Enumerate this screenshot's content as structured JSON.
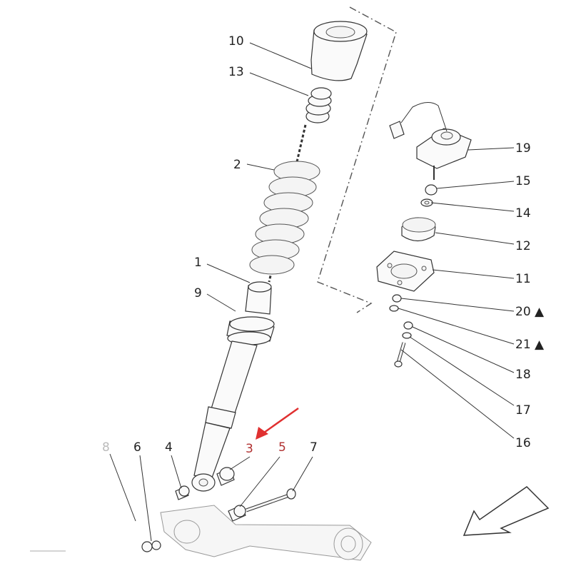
{
  "diagram": {
    "callouts": [
      {
        "id": "c10",
        "label": "10"
      },
      {
        "id": "c13",
        "label": "13"
      },
      {
        "id": "c2",
        "label": "2"
      },
      {
        "id": "c1",
        "label": "1"
      },
      {
        "id": "c9",
        "label": "9"
      },
      {
        "id": "c19",
        "label": "19"
      },
      {
        "id": "c15",
        "label": "15"
      },
      {
        "id": "c14",
        "label": "14"
      },
      {
        "id": "c12",
        "label": "12"
      },
      {
        "id": "c11",
        "label": "11"
      },
      {
        "id": "c20",
        "label": "20 ▲"
      },
      {
        "id": "c21",
        "label": "21 ▲"
      },
      {
        "id": "c18",
        "label": "18"
      },
      {
        "id": "c17",
        "label": "17"
      },
      {
        "id": "c16",
        "label": "16"
      },
      {
        "id": "c8",
        "label": "8"
      },
      {
        "id": "c6",
        "label": "6"
      },
      {
        "id": "c4",
        "label": "4"
      },
      {
        "id": "c3",
        "label": "3"
      },
      {
        "id": "c5",
        "label": "5"
      },
      {
        "id": "c7",
        "label": "7"
      }
    ],
    "highlight_color": "#e03030"
  }
}
